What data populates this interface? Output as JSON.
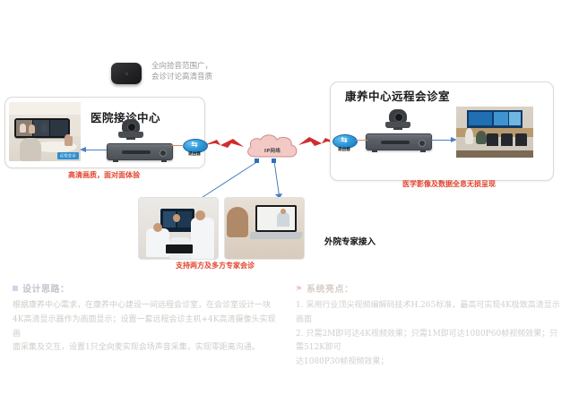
{
  "meta": {
    "colors": {
      "accent_red": "#e2452f",
      "purple_bullet": "#8e6fc0",
      "pin_red": "#d94f3d",
      "router_blue": "#2f9ada",
      "cloud_pink": "#f3c9c6",
      "arrow_blue": "#4a7fc1",
      "lightning_red": "#cf2e2e"
    }
  },
  "diagram": {
    "mic_note": "全向拾音范围广，\n会诊讨论高清音质",
    "left_panel": {
      "title": "医院接诊中心",
      "caption": "高清画质，面对面体验",
      "room_badge": "远程会诊",
      "router_label": "路由器"
    },
    "right_panel": {
      "title": "康养中心远程会诊室",
      "caption": "医学影像及数据全息无损呈现",
      "router_label": "路由器"
    },
    "cloud_label": "IP网络",
    "bottom_left_caption": "支持两方及多方专家会诊",
    "bottom_right_caption": "外院专家接入"
  },
  "notes": {
    "design": {
      "heading": "设计思路：",
      "paragraphs": [
        "根据康养中心需求，在康养中心建设一间远程会诊室，在会诊室设计一块",
        "4K高清显示器作为画面显示；设置一套远程会诊主机+4K高清摄像头实现画",
        "面采集及交互，设置1只全向麦实现会场声音采集，实现零距离沟通。"
      ]
    },
    "highlights": {
      "heading": "系统亮点：",
      "paragraphs": [
        "1. 采用行业顶尖视频编解码技术H.265标准，最高可实现4K极致高清显示画面",
        "2. 只需2M即可达4K视频效果；只需1M即可达1080P60帧视频效果；只需512K即可",
        "达1080P30帧视频效果；"
      ]
    }
  },
  "icons": {
    "mic": "omnidirectional-microphone-icon",
    "camera": "ptz-camera-icon",
    "codec": "video-codec-icon",
    "router": "router-icon",
    "cloud": "network-cloud-icon"
  }
}
